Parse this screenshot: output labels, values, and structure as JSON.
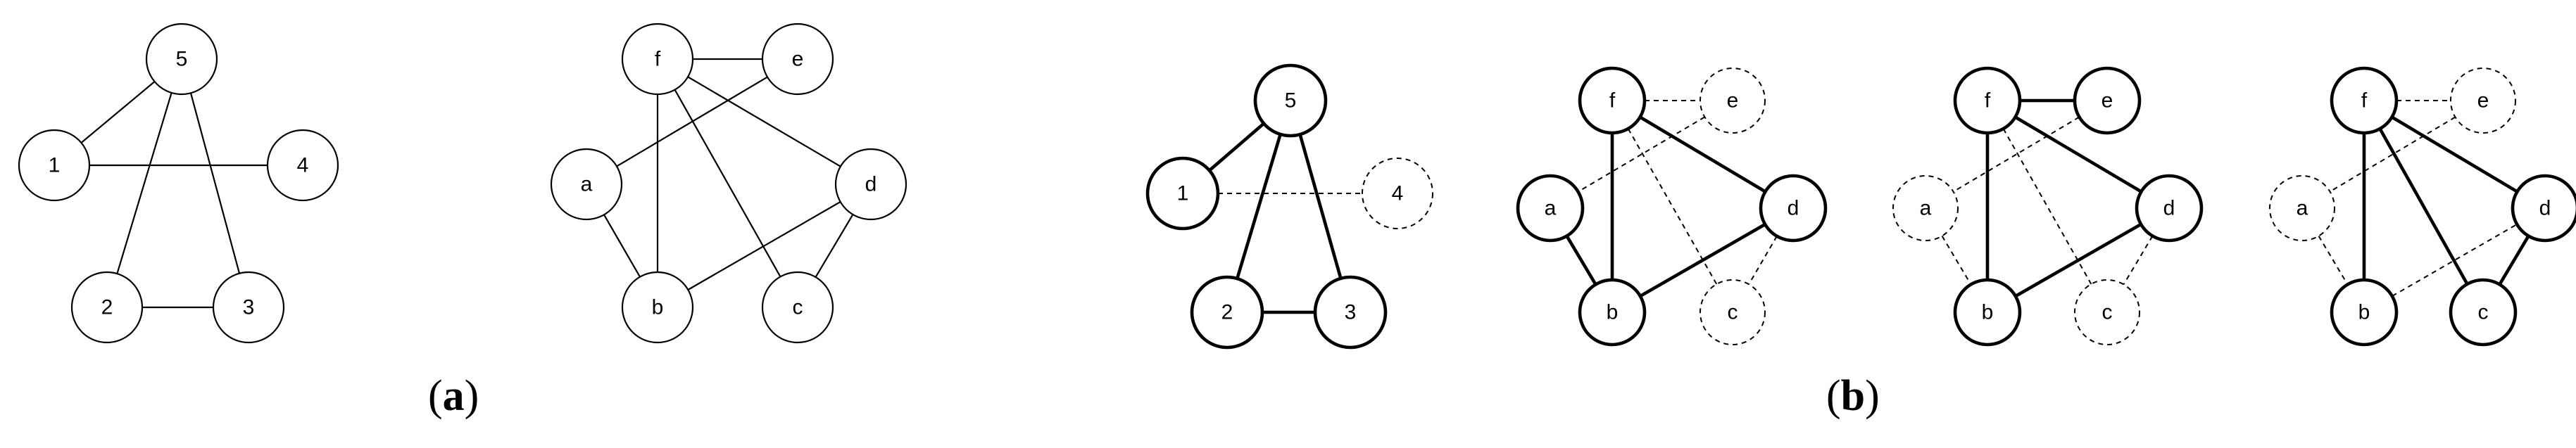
{
  "figure": {
    "colors": {
      "stroke": "#000000",
      "background": "#ffffff"
    },
    "captions": [
      {
        "id": "a",
        "open": "(",
        "letter": "a",
        "close": ")"
      },
      {
        "id": "b",
        "open": "(",
        "letter": "b",
        "close": ")"
      }
    ],
    "graphs": [
      {
        "id": "a1",
        "nodes": [
          {
            "id": "5",
            "label": "5",
            "style": "thin"
          },
          {
            "id": "1",
            "label": "1",
            "style": "thin"
          },
          {
            "id": "4",
            "label": "4",
            "style": "thin"
          },
          {
            "id": "2",
            "label": "2",
            "style": "thin"
          },
          {
            "id": "3",
            "label": "3",
            "style": "thin"
          }
        ],
        "edges": [
          {
            "from": "5",
            "to": "1",
            "style": "thin"
          },
          {
            "from": "5",
            "to": "2",
            "style": "thin"
          },
          {
            "from": "5",
            "to": "3",
            "style": "thin"
          },
          {
            "from": "1",
            "to": "4",
            "style": "thin"
          },
          {
            "from": "2",
            "to": "3",
            "style": "thin"
          }
        ]
      },
      {
        "id": "a2",
        "nodes": [
          {
            "id": "f",
            "label": "f",
            "style": "thin"
          },
          {
            "id": "e",
            "label": "e",
            "style": "thin"
          },
          {
            "id": "a",
            "label": "a",
            "style": "thin"
          },
          {
            "id": "d",
            "label": "d",
            "style": "thin"
          },
          {
            "id": "b",
            "label": "b",
            "style": "thin"
          },
          {
            "id": "c",
            "label": "c",
            "style": "thin"
          }
        ],
        "edges": [
          {
            "from": "f",
            "to": "e",
            "style": "thin"
          },
          {
            "from": "f",
            "to": "b",
            "style": "thin"
          },
          {
            "from": "f",
            "to": "d",
            "style": "thin"
          },
          {
            "from": "f",
            "to": "c",
            "style": "thin"
          },
          {
            "from": "e",
            "to": "a",
            "style": "thin"
          },
          {
            "from": "a",
            "to": "b",
            "style": "thin"
          },
          {
            "from": "b",
            "to": "d",
            "style": "thin"
          },
          {
            "from": "d",
            "to": "c",
            "style": "thin"
          }
        ]
      },
      {
        "id": "b1",
        "nodes": [
          {
            "id": "5",
            "label": "5",
            "style": "bold"
          },
          {
            "id": "1",
            "label": "1",
            "style": "bold"
          },
          {
            "id": "4",
            "label": "4",
            "style": "dashed"
          },
          {
            "id": "2",
            "label": "2",
            "style": "bold"
          },
          {
            "id": "3",
            "label": "3",
            "style": "bold"
          }
        ],
        "edges": [
          {
            "from": "5",
            "to": "1",
            "style": "bold"
          },
          {
            "from": "5",
            "to": "2",
            "style": "bold"
          },
          {
            "from": "5",
            "to": "3",
            "style": "bold"
          },
          {
            "from": "2",
            "to": "3",
            "style": "bold"
          },
          {
            "from": "1",
            "to": "4",
            "style": "dashed"
          }
        ]
      },
      {
        "id": "b2",
        "nodes": [
          {
            "id": "f",
            "label": "f",
            "style": "bold"
          },
          {
            "id": "e",
            "label": "e",
            "style": "dashed"
          },
          {
            "id": "a",
            "label": "a",
            "style": "bold"
          },
          {
            "id": "d",
            "label": "d",
            "style": "bold"
          },
          {
            "id": "b",
            "label": "b",
            "style": "bold"
          },
          {
            "id": "c",
            "label": "c",
            "style": "dashed"
          }
        ],
        "edges": [
          {
            "from": "f",
            "to": "b",
            "style": "bold"
          },
          {
            "from": "f",
            "to": "d",
            "style": "bold"
          },
          {
            "from": "a",
            "to": "b",
            "style": "bold"
          },
          {
            "from": "b",
            "to": "d",
            "style": "bold"
          },
          {
            "from": "f",
            "to": "e",
            "style": "dashed"
          },
          {
            "from": "e",
            "to": "a",
            "style": "dashed"
          },
          {
            "from": "f",
            "to": "c",
            "style": "dashed"
          },
          {
            "from": "d",
            "to": "c",
            "style": "dashed"
          }
        ]
      },
      {
        "id": "b3",
        "nodes": [
          {
            "id": "f",
            "label": "f",
            "style": "bold"
          },
          {
            "id": "e",
            "label": "e",
            "style": "bold"
          },
          {
            "id": "a",
            "label": "a",
            "style": "dashed"
          },
          {
            "id": "d",
            "label": "d",
            "style": "bold"
          },
          {
            "id": "b",
            "label": "b",
            "style": "bold"
          },
          {
            "id": "c",
            "label": "c",
            "style": "dashed"
          }
        ],
        "edges": [
          {
            "from": "f",
            "to": "e",
            "style": "bold"
          },
          {
            "from": "f",
            "to": "b",
            "style": "bold"
          },
          {
            "from": "f",
            "to": "d",
            "style": "bold"
          },
          {
            "from": "b",
            "to": "d",
            "style": "bold"
          },
          {
            "from": "e",
            "to": "a",
            "style": "dashed"
          },
          {
            "from": "a",
            "to": "b",
            "style": "dashed"
          },
          {
            "from": "f",
            "to": "c",
            "style": "dashed"
          },
          {
            "from": "d",
            "to": "c",
            "style": "dashed"
          }
        ]
      },
      {
        "id": "b4",
        "nodes": [
          {
            "id": "f",
            "label": "f",
            "style": "bold"
          },
          {
            "id": "e",
            "label": "e",
            "style": "dashed"
          },
          {
            "id": "a",
            "label": "a",
            "style": "dashed"
          },
          {
            "id": "d",
            "label": "d",
            "style": "bold"
          },
          {
            "id": "b",
            "label": "b",
            "style": "bold"
          },
          {
            "id": "c",
            "label": "c",
            "style": "bold"
          }
        ],
        "edges": [
          {
            "from": "f",
            "to": "b",
            "style": "bold"
          },
          {
            "from": "f",
            "to": "c",
            "style": "bold"
          },
          {
            "from": "f",
            "to": "d",
            "style": "bold"
          },
          {
            "from": "d",
            "to": "c",
            "style": "bold"
          },
          {
            "from": "f",
            "to": "e",
            "style": "dashed"
          },
          {
            "from": "e",
            "to": "a",
            "style": "dashed"
          },
          {
            "from": "a",
            "to": "b",
            "style": "dashed"
          },
          {
            "from": "b",
            "to": "d",
            "style": "dashed"
          }
        ]
      }
    ]
  }
}
